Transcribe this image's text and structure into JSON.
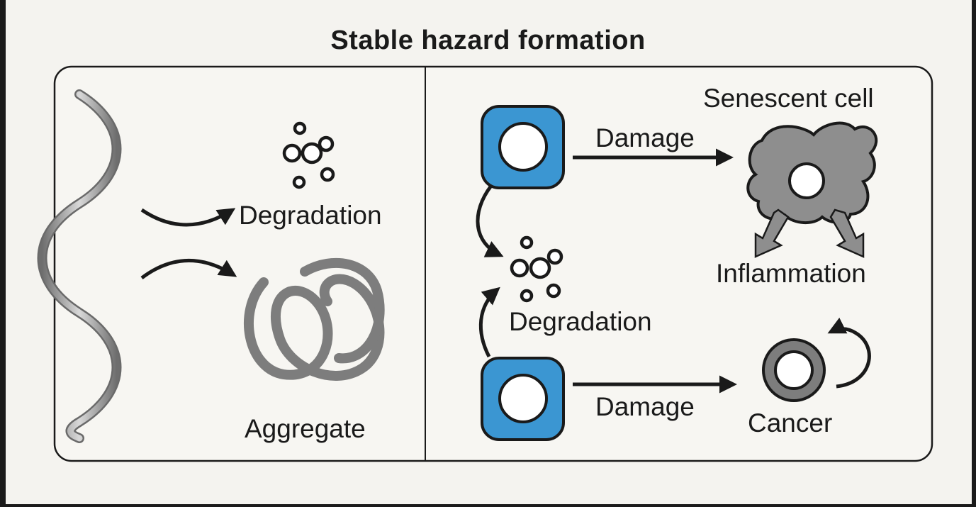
{
  "title": "Stable hazard formation",
  "left_panel": {
    "degradation_label": "Degradation",
    "aggregate_label": "Aggregate"
  },
  "right_panel": {
    "senescent_label": "Senescent cell",
    "damage_label_top": "Damage",
    "damage_label_bottom": "Damage",
    "inflammation_label": "Inflammation",
    "degradation_label": "Degradation",
    "cancer_label": "Cancer"
  },
  "colors": {
    "cell_blue": "#3b96d2",
    "gray_shape": "#7d7d7d",
    "senescent_gray": "#8e8e8e",
    "background": "#f4f3ef",
    "stroke": "#1a1a1a"
  }
}
